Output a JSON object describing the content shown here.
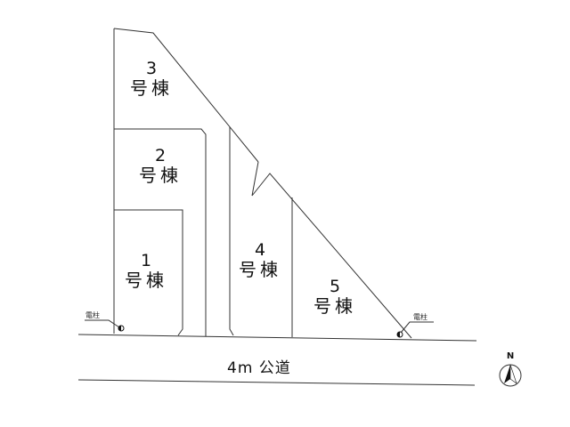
{
  "plan": {
    "lots": [
      {
        "id": 1,
        "number": "1",
        "kind": "号棟"
      },
      {
        "id": 2,
        "number": "2",
        "kind": "号棟"
      },
      {
        "id": 3,
        "number": "3",
        "kind": "号棟"
      },
      {
        "id": 4,
        "number": "4",
        "kind": "号棟"
      },
      {
        "id": 5,
        "number": "5",
        "kind": "号棟"
      }
    ],
    "road": {
      "label": "4m 公道"
    },
    "utility_poles": [
      {
        "label": "電柱",
        "position": "left"
      },
      {
        "label": "電柱",
        "position": "right"
      }
    ],
    "compass": {
      "label": "N"
    },
    "colors": {
      "line": "#333333",
      "background": "#ffffff"
    }
  }
}
